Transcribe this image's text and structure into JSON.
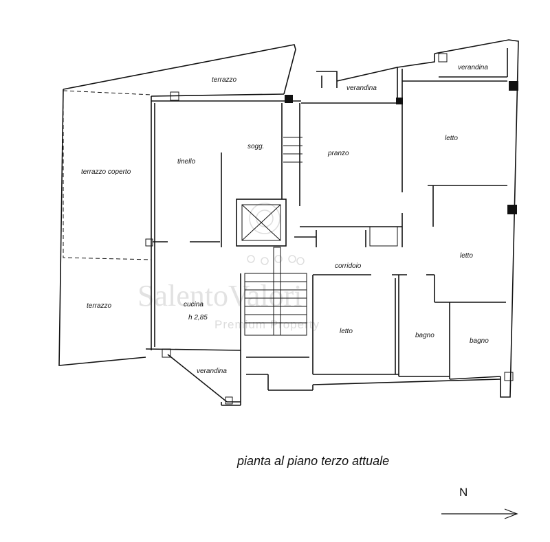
{
  "rooms": {
    "terrazzo_top": "terrazzo",
    "verandina_center": "verandina",
    "verandina_right": "verandina",
    "terrazzo_coperto": "terrazzo coperto",
    "tinello": "tinello",
    "sogg": "sogg.",
    "pranzo": "pranzo",
    "letto_top_right": "letto",
    "letto_mid_right": "letto",
    "corridoio": "corridoio",
    "terrazzo_left": "terrazzo",
    "cucina": "cucina",
    "cucina_height": "h 2,85",
    "letto_center": "letto",
    "bagno_1": "bagno",
    "bagno_2": "bagno",
    "verandina_bottom": "verandina"
  },
  "watermark": {
    "brand": "SalentoValori",
    "tagline": "Premium Property"
  },
  "caption": "pianta al piano terzo attuale",
  "north": {
    "label": "N",
    "icon": "north-arrow-icon"
  }
}
